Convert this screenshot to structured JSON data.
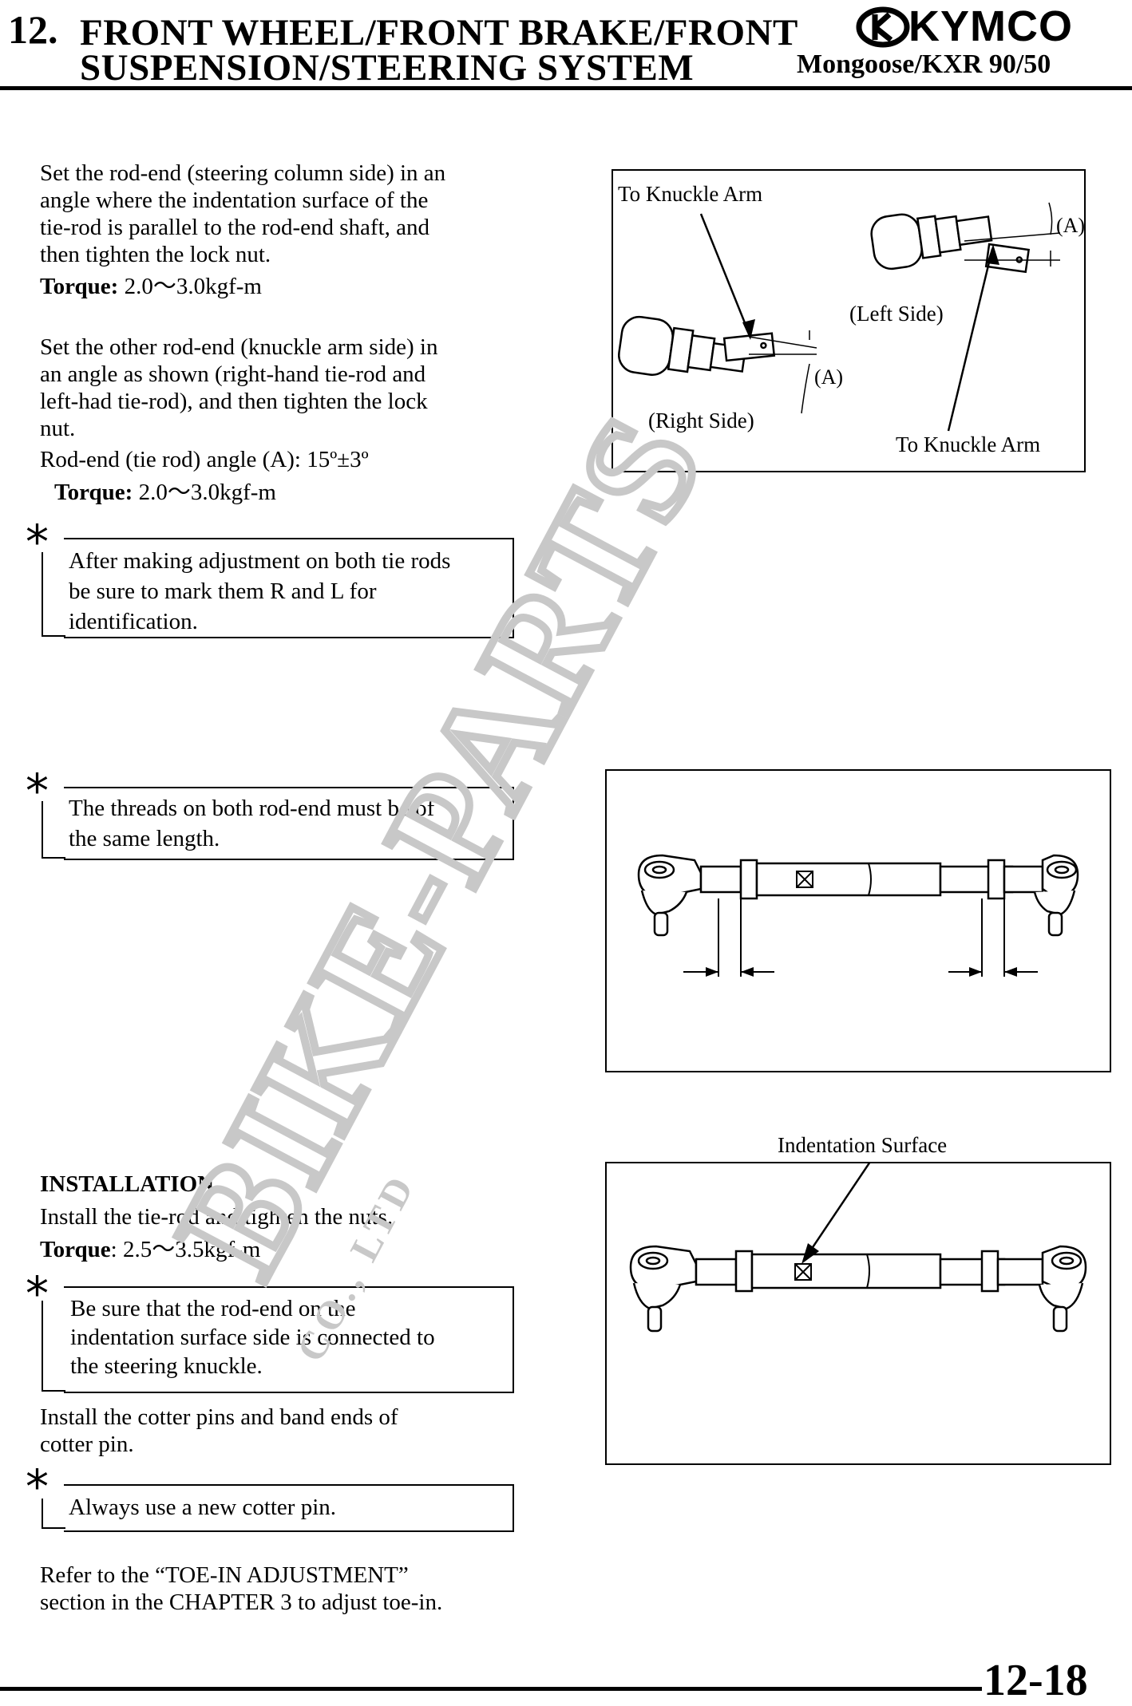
{
  "header": {
    "chapter_number": "12.",
    "title_line1": "FRONT WHEEL/FRONT BRAKE/FRONT",
    "title_line2": "SUSPENSION/STEERING SYSTEM",
    "brand": "KYMCO",
    "model": "Mongoose/KXR 90/50"
  },
  "section1": {
    "para1": [
      "Set the rod-end (steering column side) in an",
      "angle where the indentation surface of the",
      "tie-rod is parallel to the rod-end shaft, and",
      "then tighten the lock nut."
    ],
    "torque1_label": "Torque:",
    "torque1_value": " 2.0～3.0kgf-m",
    "para2": [
      "Set the other rod-end (knuckle arm side) in",
      "an angle as shown (right-hand tie-rod and",
      "left-had tie-rod), and then tighten the lock",
      "nut."
    ],
    "angle_line": "Rod-end (tie rod) angle (A): 15º±3º",
    "torque2_label": "Torque:",
    "torque2_value": " 2.0～3.0kgf-m"
  },
  "notes": {
    "note1": [
      "After making adjustment on both tie rods",
      "be sure to mark them R and L for",
      "identification."
    ],
    "note2": [
      "The threads on both rod-end must be of",
      "the same length."
    ],
    "note3": [
      "Be sure that the rod-end on the",
      "indentation surface side is connected to",
      "the steering knuckle."
    ],
    "note4": [
      "Always use a new cotter pin."
    ],
    "star": "*"
  },
  "installation": {
    "heading": "INSTALLATION",
    "line1": "Install the tie-rod and tighten the nuts.",
    "torque_label": "Torque",
    "torque_value": ": 2.5～3.5kgf-m",
    "cotter": [
      "Install the cotter pins and band ends of",
      "cotter pin."
    ],
    "refer": [
      "Refer to the “TOE-IN ADJUSTMENT”",
      "section in the CHAPTER 3 to adjust toe-in."
    ]
  },
  "figure1": {
    "label_to_knuckle_top": "To Knuckle Arm",
    "label_a_top": "(A)",
    "label_left_side": "(Left Side)",
    "label_a_mid": "(A)",
    "label_right_side": "(Right Side)",
    "label_to_knuckle_bottom": "To Knuckle Arm"
  },
  "figure3": {
    "label_indentation": "Indentation Surface"
  },
  "watermark": {
    "text": "BIKE-PARTS",
    "subtext": "CO., LTD"
  },
  "footer": {
    "page": "12-18"
  }
}
